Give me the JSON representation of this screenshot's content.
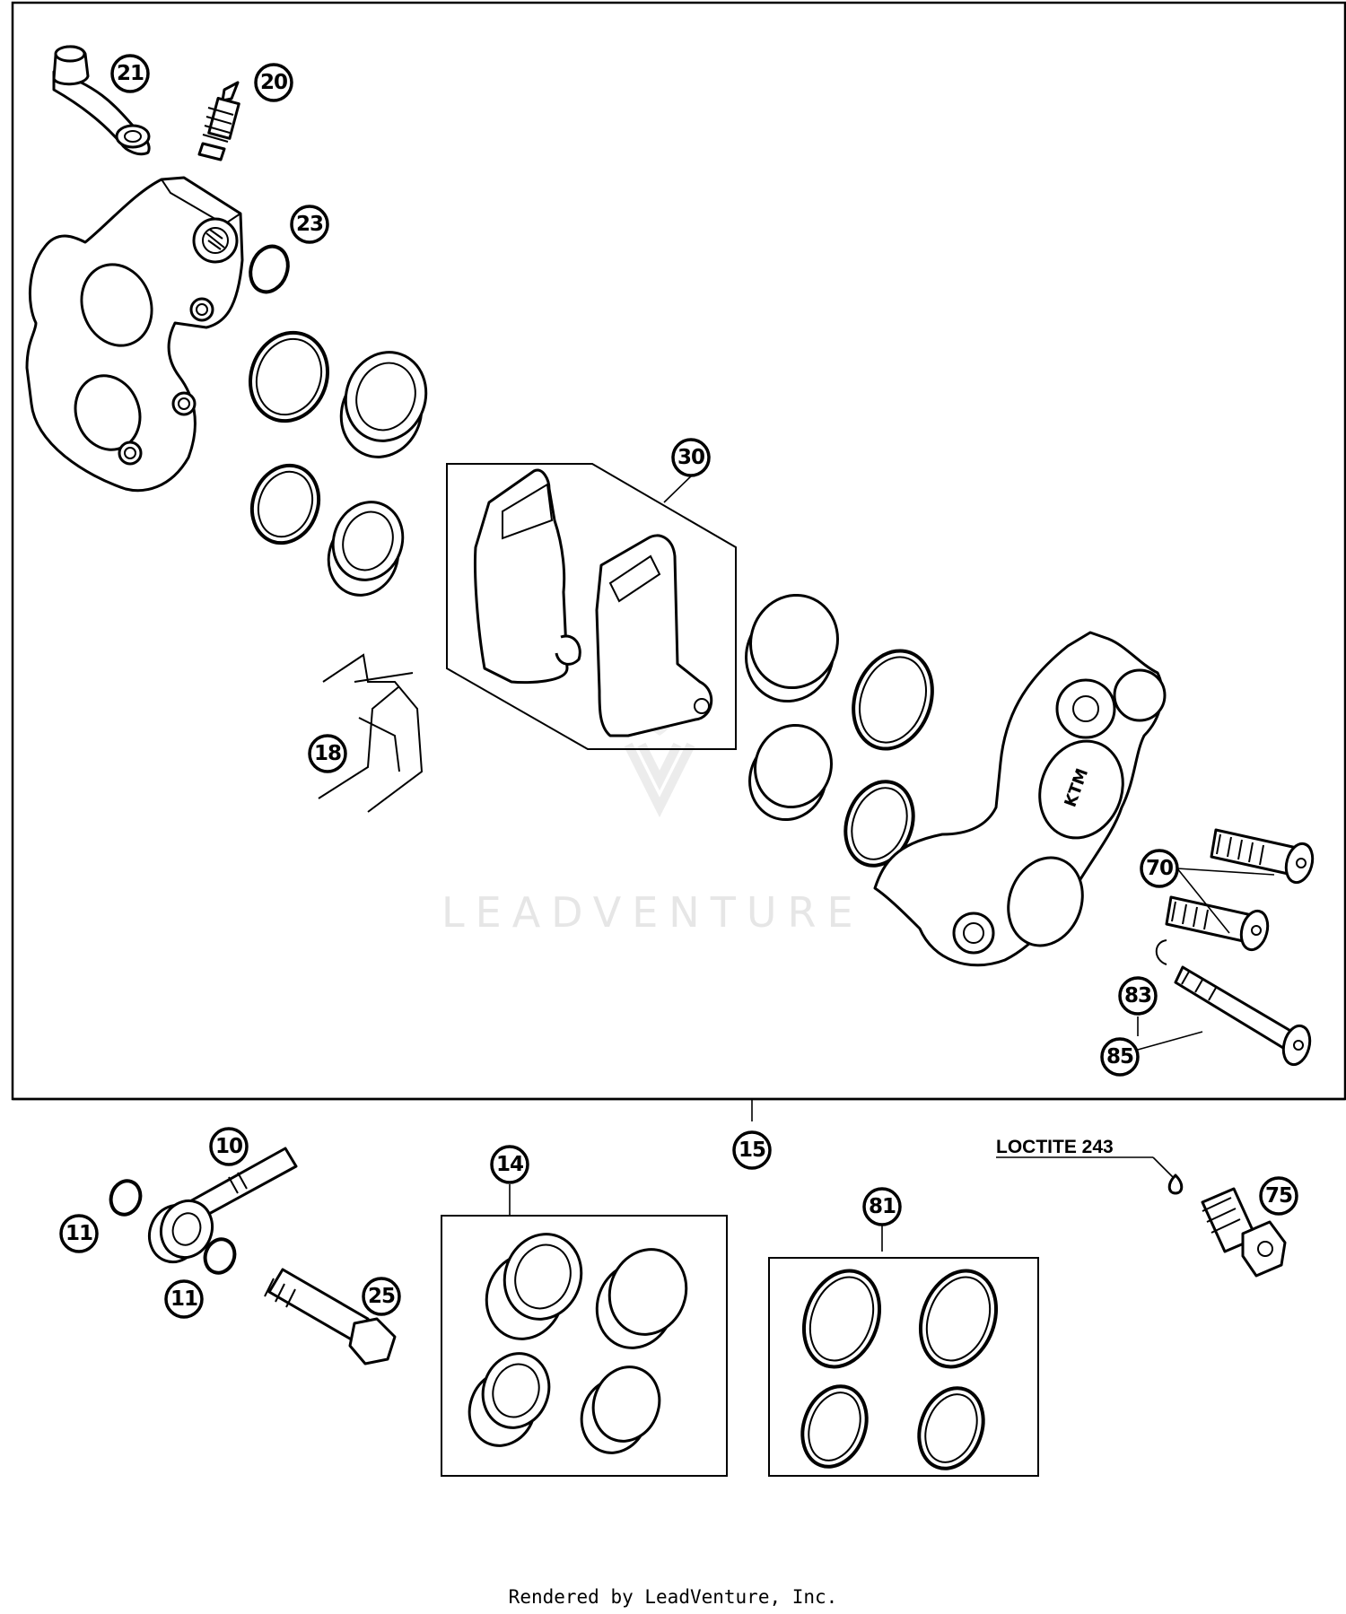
{
  "diagram": {
    "callouts": {
      "c21": "21",
      "c20": "20",
      "c23": "23",
      "c30": "30",
      "c18": "18",
      "c70": "70",
      "c83": "83",
      "c85": "85",
      "c15": "15",
      "c10": "10",
      "c11a": "11",
      "c11b": "11",
      "c25": "25",
      "c14": "14",
      "c81": "81",
      "c75": "75"
    },
    "caliper_logo": "KTM",
    "loctite_note": "LOCTITE 243",
    "watermark": "LEADVENTURE"
  },
  "footer": {
    "text": "Rendered by LeadVenture, Inc."
  }
}
